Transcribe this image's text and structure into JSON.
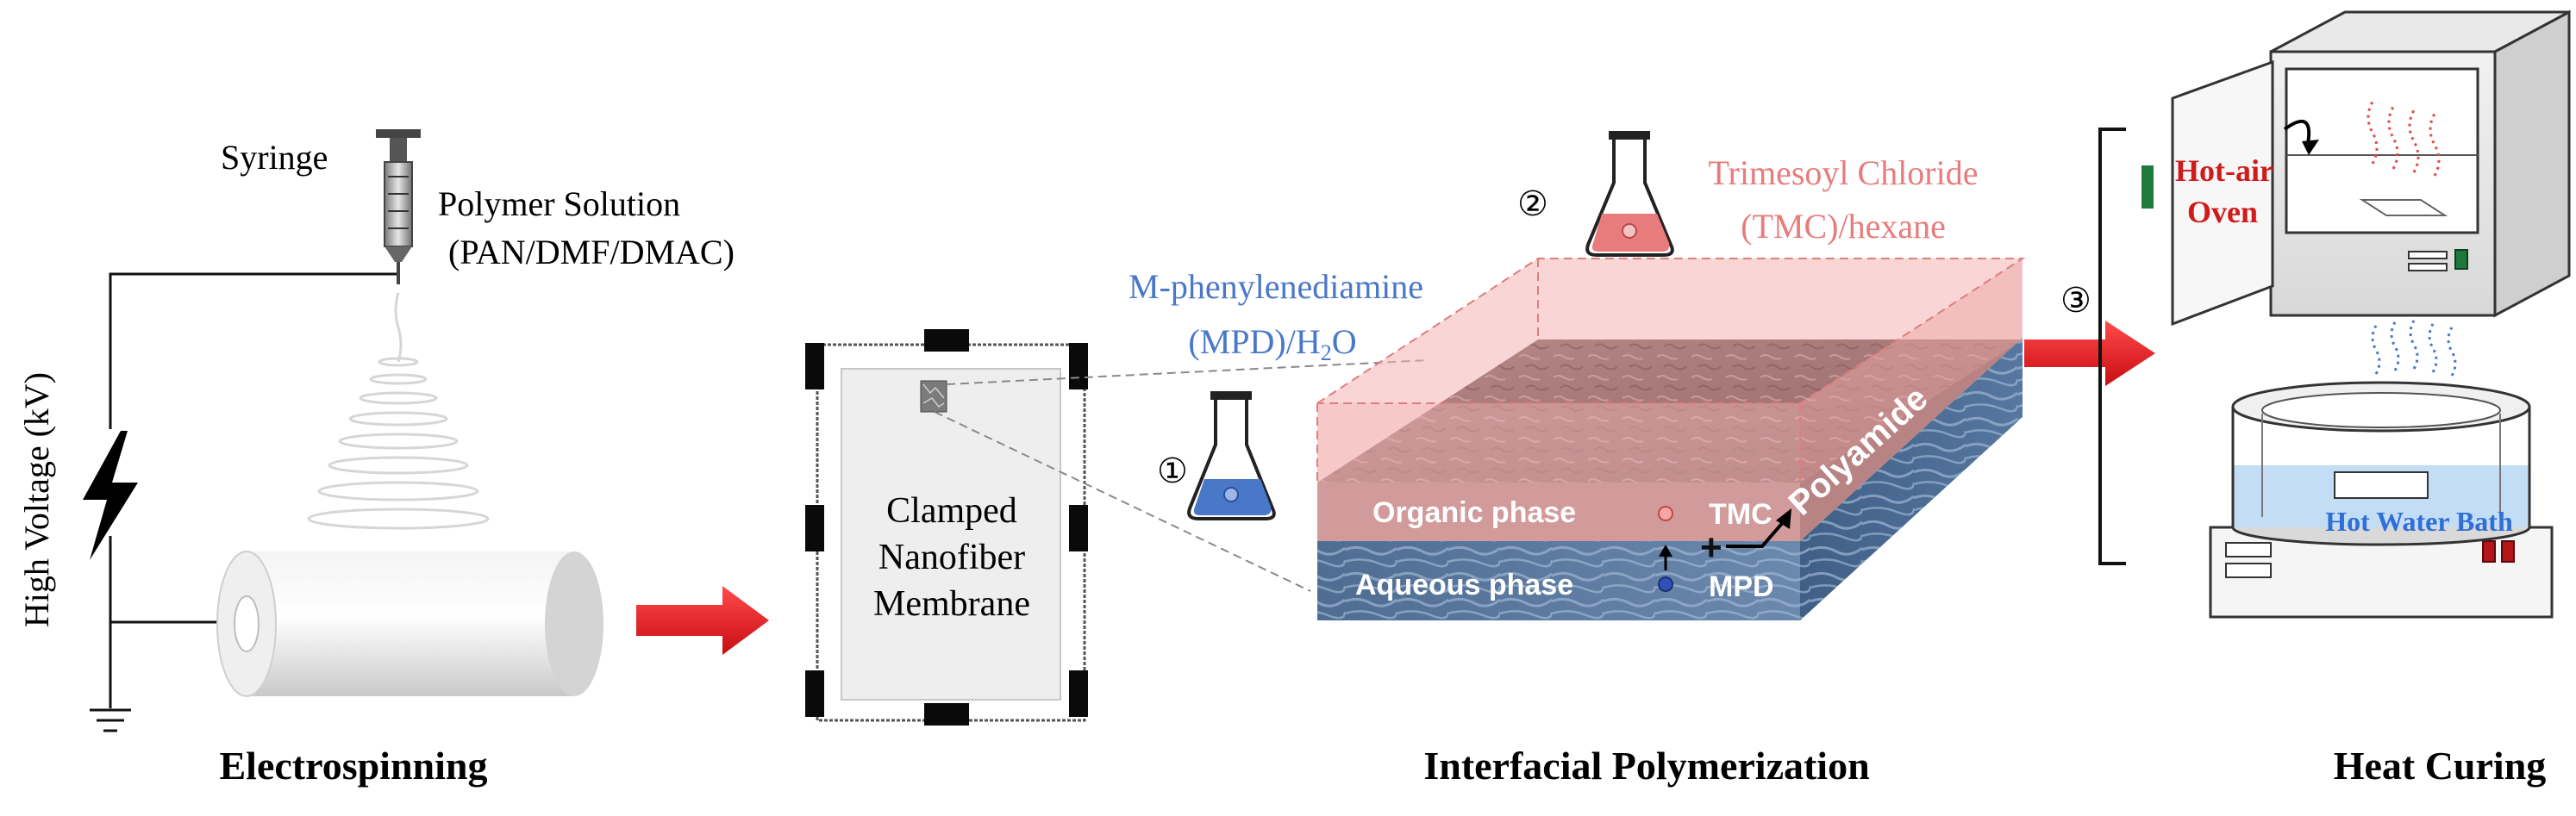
{
  "electrospinning": {
    "syringe_label": "Syringe",
    "solution_label": "Polymer Solution",
    "solution_sub": "(PAN/DMF/DMAC)",
    "voltage_label": "High Voltage (kV)",
    "stage_title": "Electrospinning"
  },
  "membrane": {
    "line1": "Clamped",
    "line2": "Nanofiber",
    "line3": "Membrane"
  },
  "interfacial": {
    "step1": "①",
    "step2": "②",
    "mpd_line1": "M-phenylenediamine",
    "mpd_line2a": "(MPD)/H",
    "mpd_sub": "2",
    "mpd_line2b": "O",
    "tmc_line1": "Trimesoyl Chloride",
    "tmc_line2": "(TMC)/hexane",
    "organic_phase": "Organic phase",
    "aqueous_phase": "Aqueous phase",
    "tmc": "TMC",
    "mpd": "MPD",
    "plus": "+",
    "polyamide": "Polyamide",
    "stage_title": "Interfacial Polymerization"
  },
  "curing": {
    "step3": "③",
    "oven_line1": "Hot-air",
    "oven_line2": "Oven",
    "bath_label": "Hot Water Bath",
    "stage_title": "Heat Curing"
  },
  "colors": {
    "arrow_red": "#e8141b",
    "mpd_blue": "#4a78c8",
    "tmc_pink": "#e87c7c",
    "oven_red": "#d11a1a",
    "bath_blue": "#2f6fd6"
  }
}
